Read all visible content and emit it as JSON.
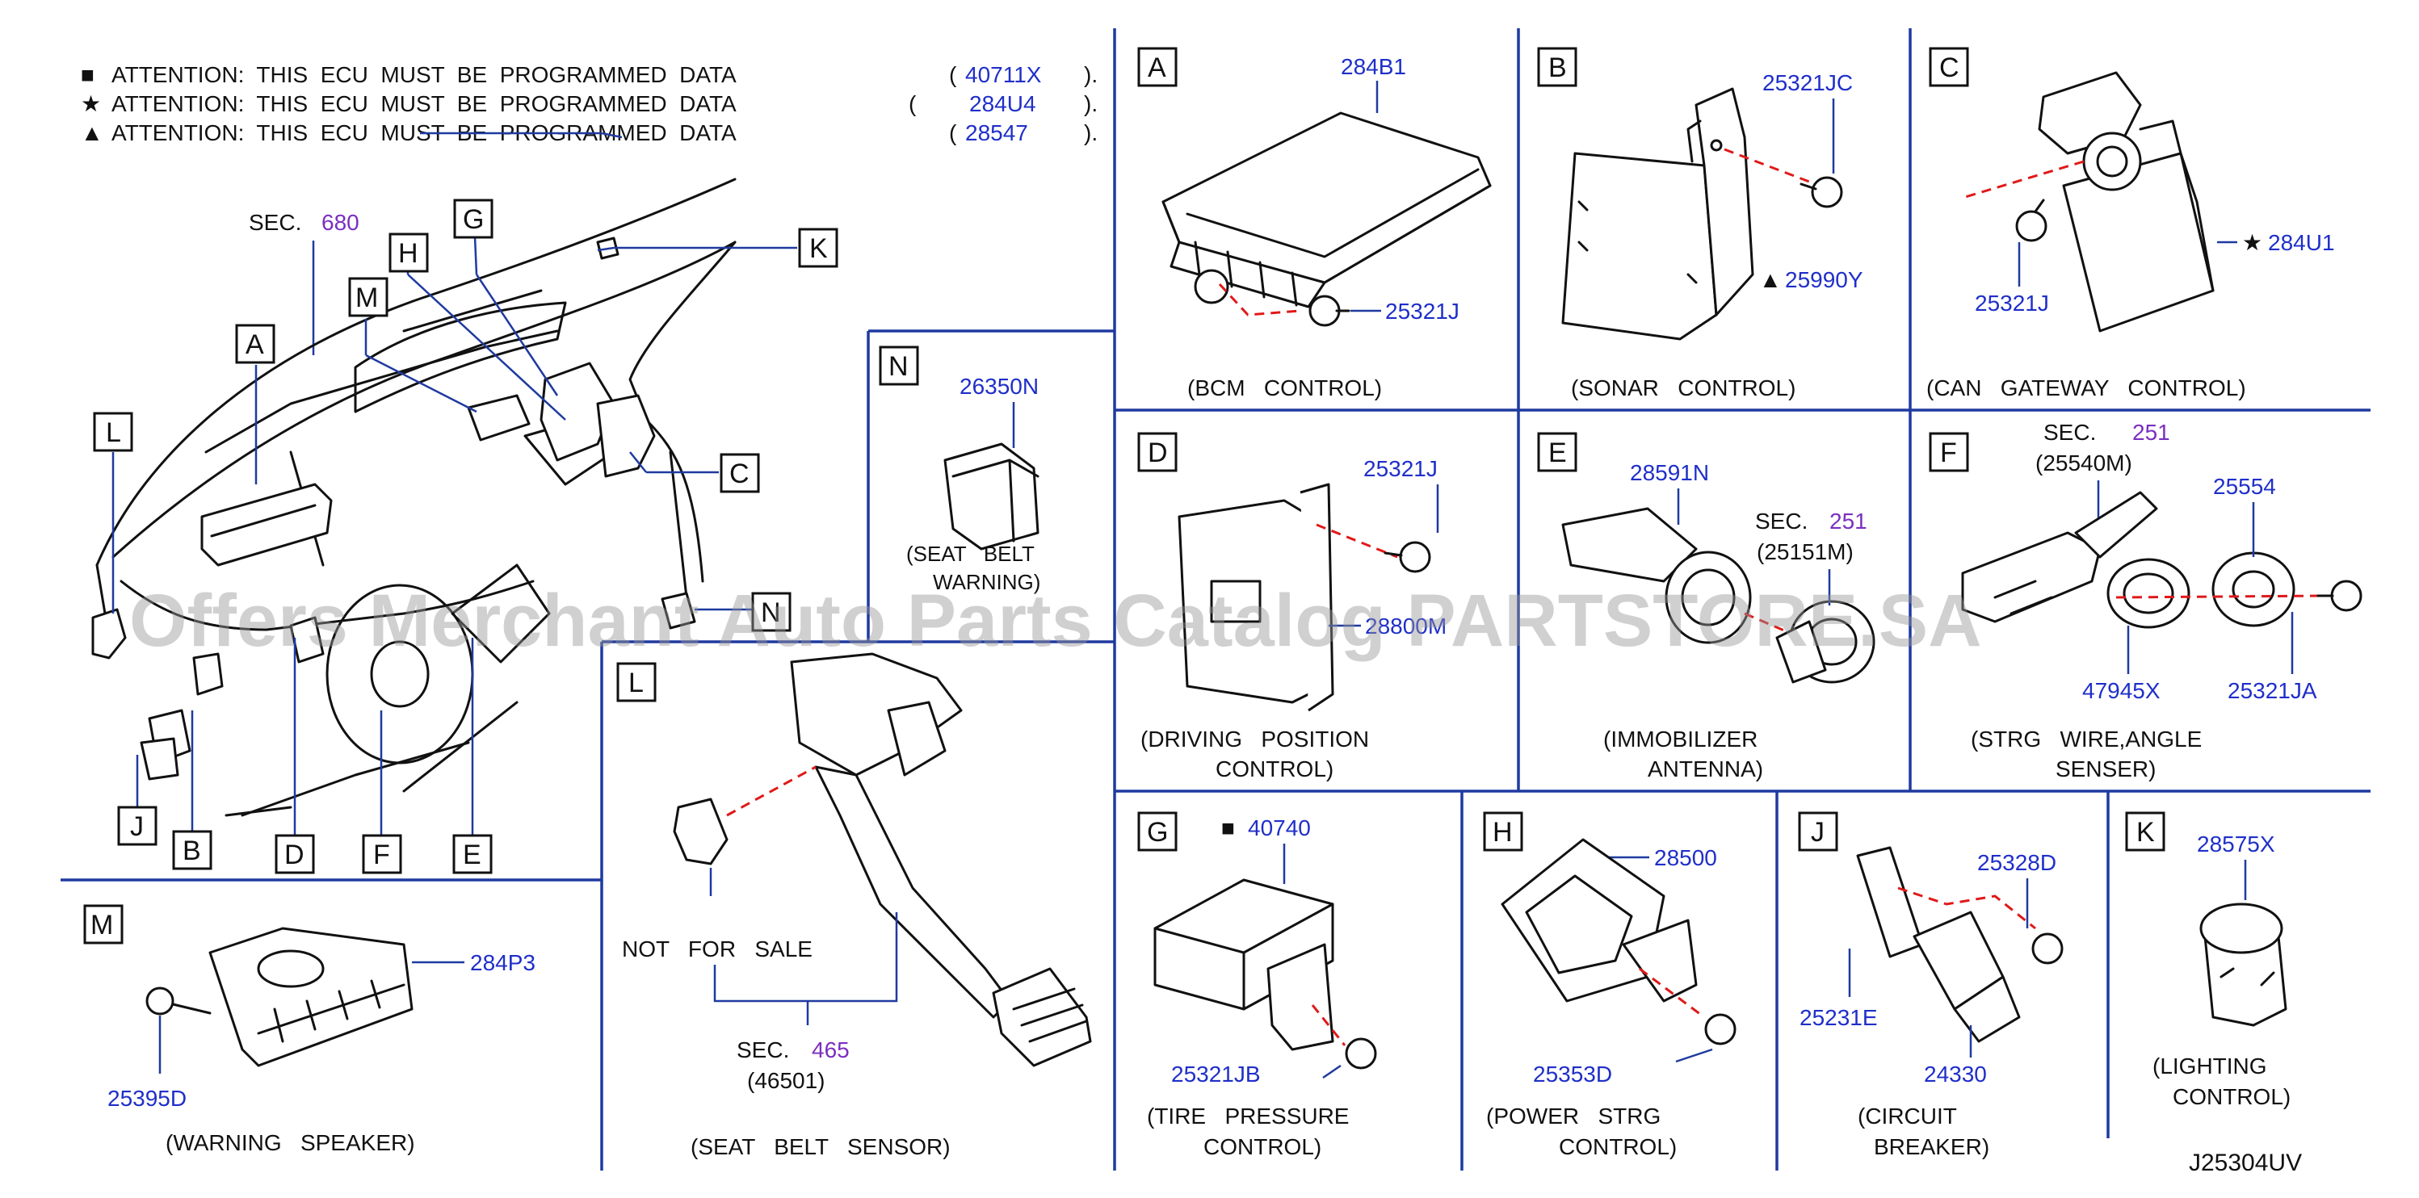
{
  "attention": [
    {
      "symbol": "■",
      "text": "ATTENTION:  THIS  ECU  MUST  BE  PROGRAMMED  DATA",
      "code": "40711X",
      "open": "(",
      "close": ")."
    },
    {
      "symbol": "★",
      "text": "ATTENTION:  THIS  ECU  MUST  BE  PROGRAMMED  DATA",
      "code": "284U4",
      "open": "(",
      "close": ")."
    },
    {
      "symbol": "▲",
      "text": "ATTENTION:  THIS  ECU  MUST  BE  PROGRAMMED  DATA",
      "code": "28547",
      "open": "(",
      "close": ")."
    }
  ],
  "overview": {
    "sec_label": "SEC.",
    "sec_number": "680",
    "letters": [
      "A",
      "B",
      "C",
      "D",
      "E",
      "F",
      "G",
      "H",
      "J",
      "K",
      "L",
      "M",
      "N"
    ]
  },
  "panels": {
    "A": {
      "letter": "A",
      "parts": [
        "284B1",
        "25321J"
      ],
      "caption": [
        "(BCM   CONTROL)"
      ]
    },
    "B": {
      "letter": "B",
      "parts": [
        "25321JC",
        "25990Y"
      ],
      "symbol": "▲",
      "caption": [
        "(SONAR   CONTROL)"
      ]
    },
    "C": {
      "letter": "C",
      "parts": [
        "284U1",
        "25321J"
      ],
      "symbol": "★",
      "caption": [
        "(CAN   GATEWAY   CONTROL)"
      ]
    },
    "D": {
      "letter": "D",
      "parts": [
        "25321J",
        "28800M"
      ],
      "caption": [
        "(DRIVING   POSITION",
        "CONTROL)"
      ]
    },
    "E": {
      "letter": "E",
      "parts": [
        "28591N"
      ],
      "sec_label": "SEC.",
      "sec_number": "251",
      "sec_sub": "(25151M)",
      "caption": [
        "(IMMOBILIZER",
        "ANTENNA)"
      ]
    },
    "F": {
      "letter": "F",
      "parts": [
        "25554",
        "47945X",
        "25321JA"
      ],
      "sec_label": "SEC.",
      "sec_number": "251",
      "sec_sub": "(25540M)",
      "caption": [
        "(STRG   WIRE,ANGLE",
        "SENSER)"
      ]
    },
    "G": {
      "letter": "G",
      "parts": [
        "40740",
        "25321JB"
      ],
      "symbol": "■",
      "caption": [
        "(TIRE   PRESSURE",
        "CONTROL)"
      ]
    },
    "H": {
      "letter": "H",
      "parts": [
        "28500",
        "25353D"
      ],
      "caption": [
        "(POWER   STRG",
        "CONTROL)"
      ]
    },
    "J": {
      "letter": "J",
      "parts": [
        "25328D",
        "25231E",
        "24330"
      ],
      "caption": [
        "(CIRCUIT",
        "BREAKER)"
      ]
    },
    "K": {
      "letter": "K",
      "parts": [
        "28575X"
      ],
      "caption": [
        "(LIGHTING",
        "CONTROL)"
      ]
    },
    "L": {
      "letter": "L",
      "note": "NOT   FOR   SALE",
      "sec_label": "SEC.",
      "sec_number": "465",
      "sec_sub": "(46501)",
      "caption": [
        "(SEAT   BELT   SENSOR)"
      ]
    },
    "M": {
      "letter": "M",
      "parts": [
        "284P3",
        "25395D"
      ],
      "caption": [
        "(WARNING   SPEAKER)"
      ]
    },
    "N": {
      "letter": "N",
      "parts": [
        "26350N"
      ],
      "caption": [
        "(SEAT   BELT",
        "WARNING)"
      ]
    }
  },
  "diagram_id": "J25304UV",
  "watermark": "Offers Merchant Auto Parts Catalog PARTSTORE.SA",
  "colors": {
    "part_number": "#1f2fc9",
    "section_number": "#7a2fc0",
    "fastener_path": "#e01919",
    "leader": "#1f3aa0"
  }
}
